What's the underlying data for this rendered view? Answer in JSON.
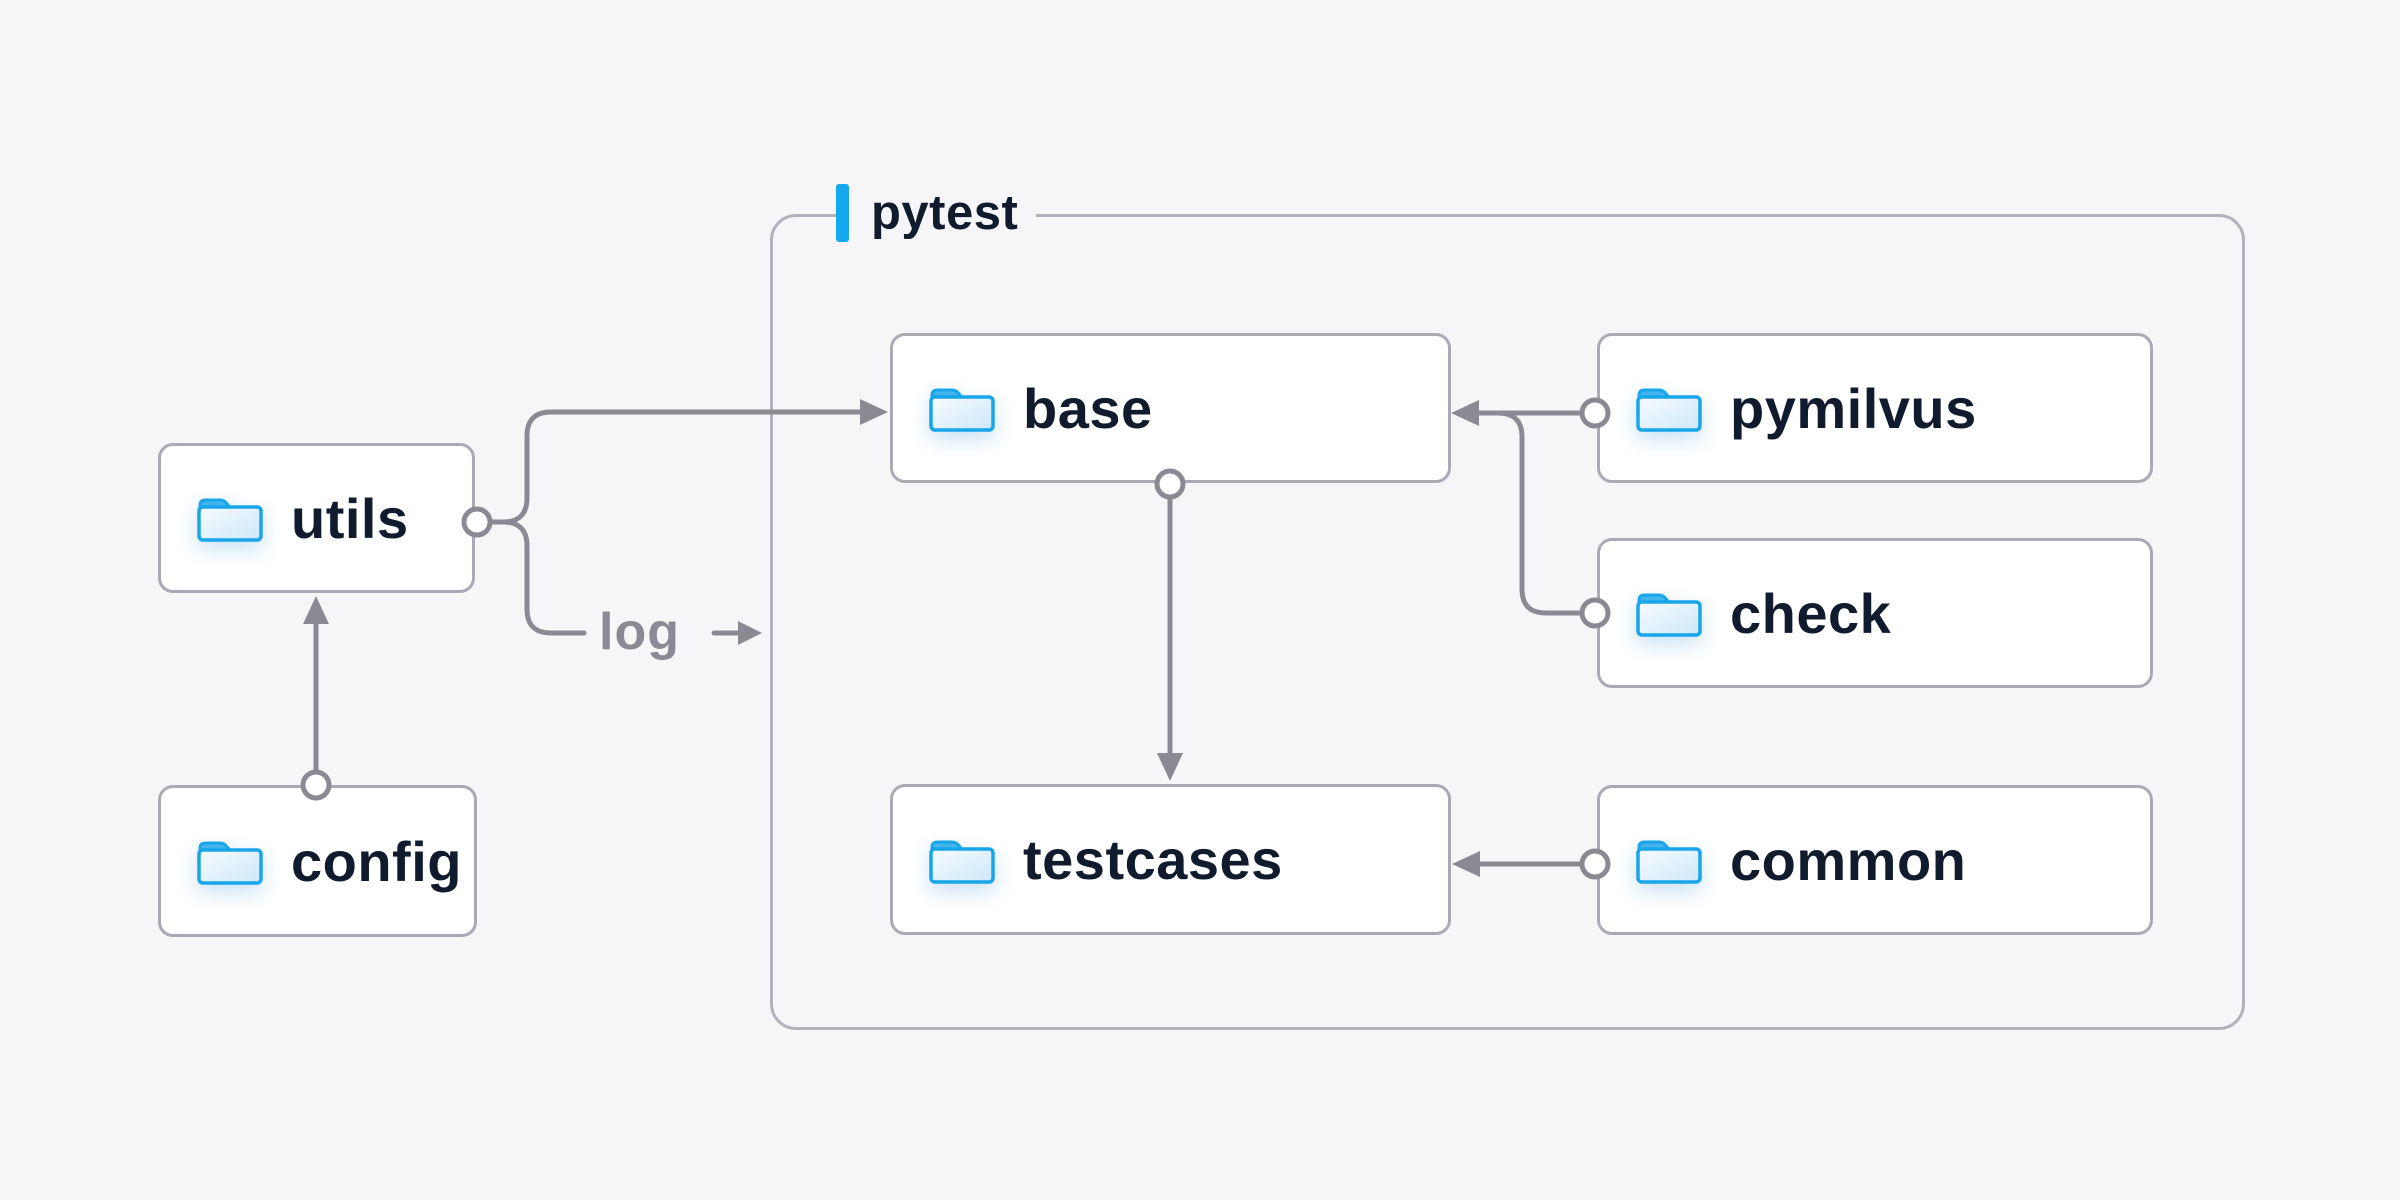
{
  "diagram": {
    "title_group": {
      "label": "pytest"
    },
    "nodes": [
      {
        "id": "utils",
        "label": "utils"
      },
      {
        "id": "config",
        "label": "config"
      },
      {
        "id": "base",
        "label": "base"
      },
      {
        "id": "pymilvus",
        "label": "pymilvus"
      },
      {
        "id": "check",
        "label": "check"
      },
      {
        "id": "testcases",
        "label": "testcases"
      },
      {
        "id": "common",
        "label": "common"
      }
    ],
    "edge_label": "log",
    "edges": [
      {
        "from": "config",
        "to": "utils"
      },
      {
        "from": "utils",
        "to": "base"
      },
      {
        "from": "utils",
        "to": "log"
      },
      {
        "from": "pymilvus",
        "to": "base"
      },
      {
        "from": "check",
        "to": "base"
      },
      {
        "from": "base",
        "to": "testcases"
      },
      {
        "from": "common",
        "to": "testcases"
      }
    ],
    "colors": {
      "background": "#f6f6f8",
      "node_fill": "#ffffff",
      "node_border": "#a9aab6",
      "group_border": "#b2b2bc",
      "wire": "#8a8a94",
      "text_dark": "#101b2e",
      "accent_blue": "#16a8ee",
      "folder_stroke": "#18a5e9",
      "folder_tab": "#44b4ec"
    }
  }
}
